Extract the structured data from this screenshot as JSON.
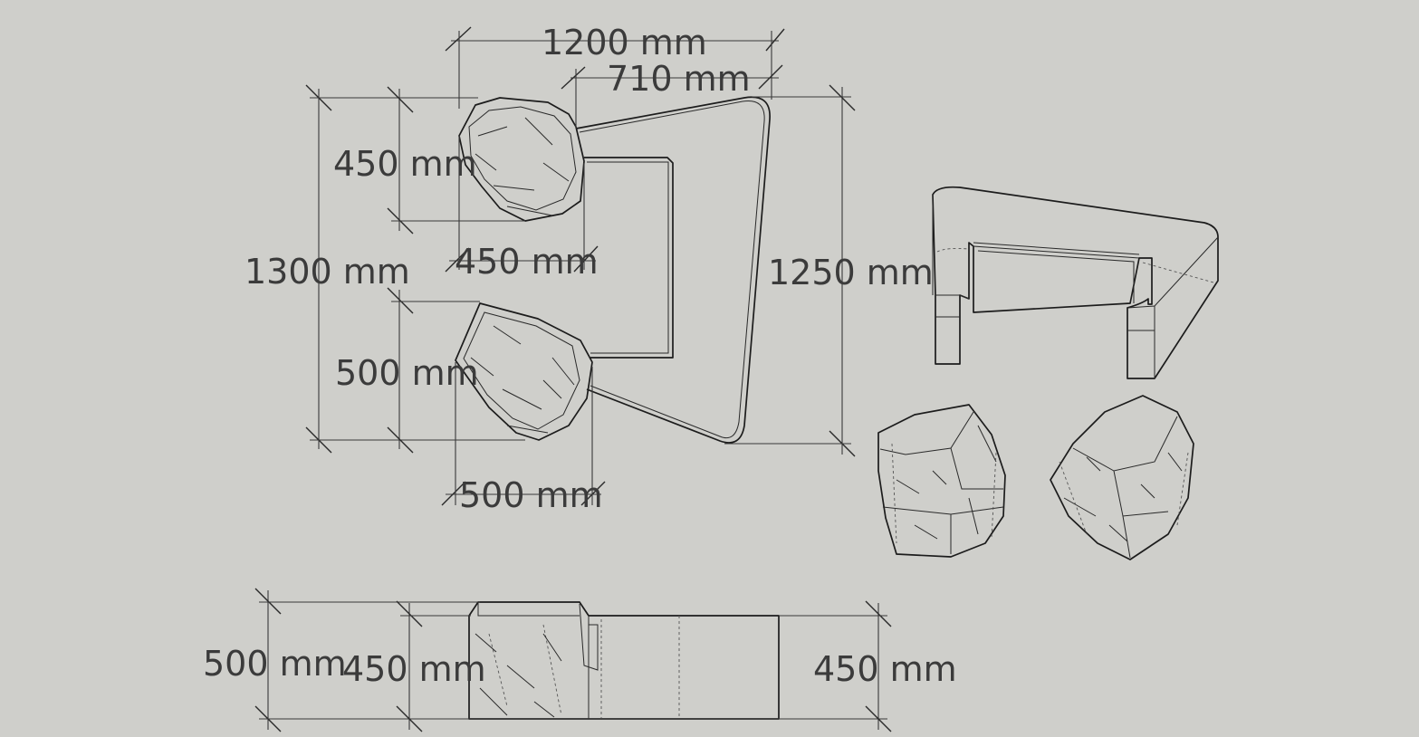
{
  "dimensions": {
    "top_width": "1200 mm",
    "top_inner": "710 mm",
    "rock1_height": "450 mm",
    "rock1_width": "450 mm",
    "total_height": "1300 mm",
    "table_height": "1250 mm",
    "rock2_height": "500 mm",
    "rock2_width": "500 mm",
    "side_rock_height": "500 mm",
    "side_mid_height": "450 mm",
    "side_table_height": "450 mm"
  }
}
